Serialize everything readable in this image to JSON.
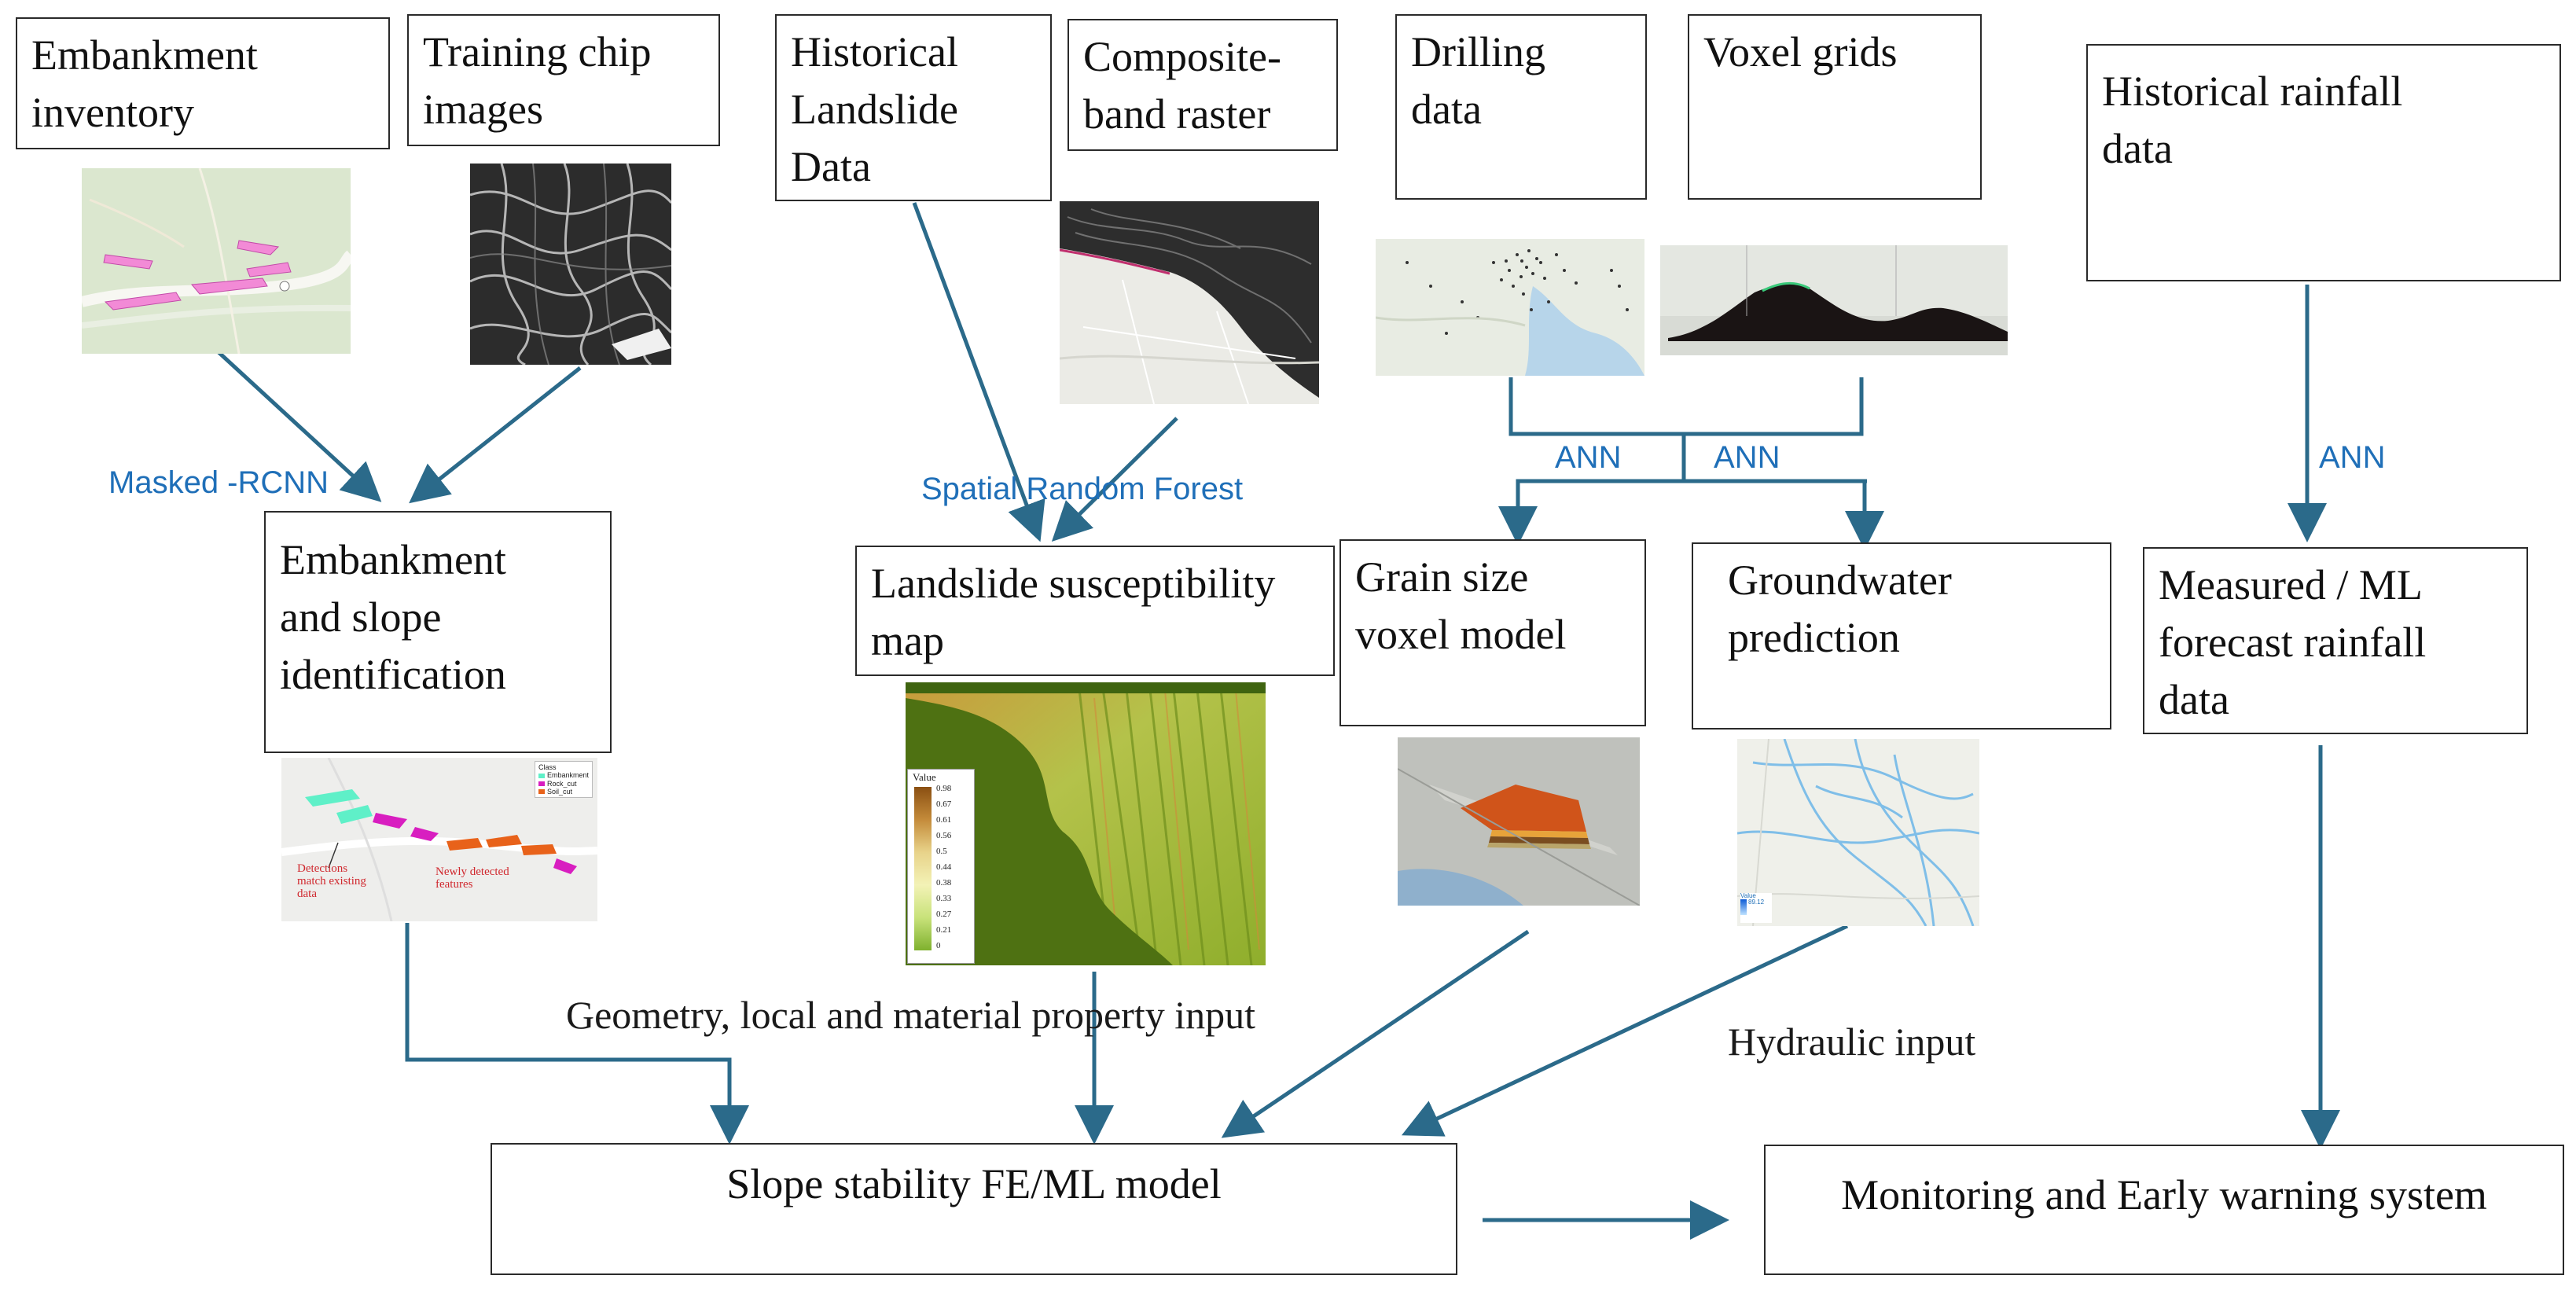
{
  "boxes": {
    "embankment_inventory": "Embankment\ninventory",
    "training_chip": "Training chip\nimages",
    "historical_landslide": "Historical\nLandslide\nData",
    "composite_band": "Composite-\nband raster",
    "drilling_data": "Drilling\ndata",
    "voxel_grids": "Voxel grids",
    "historical_rainfall": "Historical rainfall\ndata",
    "embankment_slope_id": "Embankment\nand slope\nidentification",
    "landslide_map": "Landslide susceptibility\nmap",
    "grain_size": "Grain size\nvoxel model",
    "groundwater": "Groundwater\nprediction",
    "measured_rainfall": "Measured / ML\nforecast rainfall\ndata",
    "slope_stability": "Slope stability FE/ML model",
    "monitoring": "Monitoring and Early warning system"
  },
  "edge_labels": {
    "masked_rcnn": "Masked -RCNN",
    "spatial_rf": "Spatial Random Forest",
    "ann_left": "ANN",
    "ann_mid": "ANN",
    "ann_right": "ANN",
    "geometry_input": "Geometry, local and material property input",
    "hydraulic_input": "Hydraulic input"
  },
  "detection_image": {
    "legend_title": "Class",
    "legend_items": [
      "Embankment",
      "Rock_cut",
      "Soil_cut"
    ],
    "legend_colors": [
      "#5ff0c8",
      "#d81ec0",
      "#e8621a"
    ],
    "annotation_existing": "Detections\nmatch existing\ndata",
    "annotation_new": "Newly detected\nfeatures"
  },
  "susceptibility_legend": {
    "title": "Value",
    "ticks": [
      "0.98",
      "0.67",
      "0.61",
      "0.56",
      "0.5",
      "0.44",
      "0.38",
      "0.33",
      "0.27",
      "0.21",
      "0"
    ]
  },
  "groundwater_legend": {
    "title": "Value",
    "range": "89.12"
  },
  "colors": {
    "arrow": "#2b6a8a",
    "label_blue": "#1f6fb8",
    "box_border": "#2a2a2a"
  }
}
